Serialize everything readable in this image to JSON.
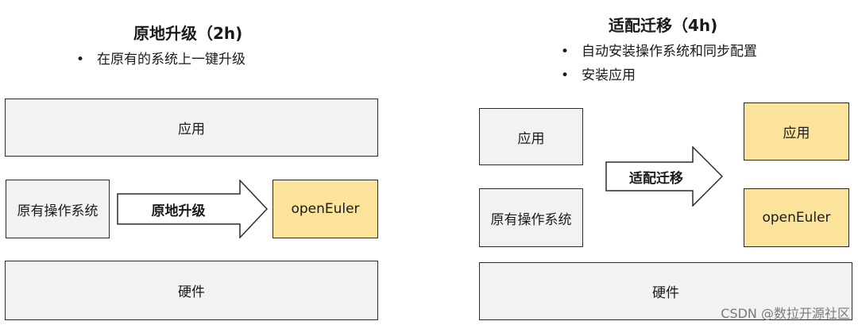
{
  "left": {
    "title": "原地升级（2h)",
    "bullets": [
      "在原有的系统上一键升级"
    ],
    "app_box": "应用",
    "os_box": "原有操作系统",
    "arrow_label": "原地升级",
    "target_box": "openEuler",
    "hw_box": "硬件"
  },
  "right": {
    "title": "适配迁移（4h)",
    "bullets": [
      "自动安装操作系统和同步配置",
      "安装应用"
    ],
    "app_box": "应用",
    "os_box": "原有操作系统",
    "arrow_label": "适配迁移",
    "target_app_box": "应用",
    "target_box": "openEuler",
    "hw_box": "硬件"
  },
  "colors": {
    "highlight": "#fbe39b",
    "box": "#f2f2f2",
    "border": "#2b2b2b"
  },
  "watermark": "CSDN @数拉开源社区"
}
